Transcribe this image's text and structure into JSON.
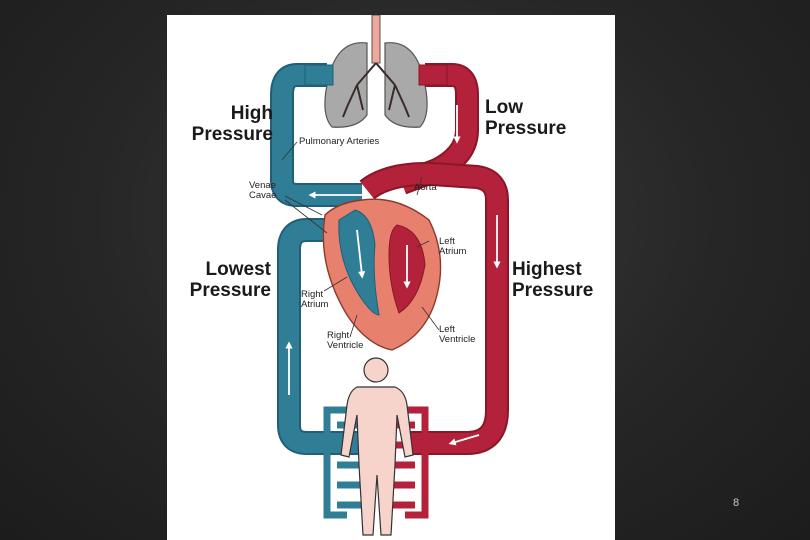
{
  "diagram": {
    "labels": {
      "high_pressure": "High\nPressure",
      "low_pressure": "Low\nPressure",
      "lowest_pressure": "Lowest\nPressure",
      "highest_pressure": "Highest\nPressure",
      "pulmonary_arteries": "Pulmonary Arteries",
      "aorta": "Aorta",
      "venae_cavae": "Venae\nCavae",
      "left_atrium": "Left\nAtrium",
      "right_atrium": "Right\nAtrium",
      "right_ventricle": "Right\nVentricle",
      "left_ventricle": "Left\nVentricle"
    },
    "colors": {
      "oxygen_poor": "#2f7e96",
      "oxygen_rich": "#b3223a",
      "heart": "#e8806e",
      "lungs": "#a9a9a9",
      "body": "#f6d3cb",
      "arrow": "#ffffff"
    }
  },
  "slide": {
    "number": "8"
  }
}
